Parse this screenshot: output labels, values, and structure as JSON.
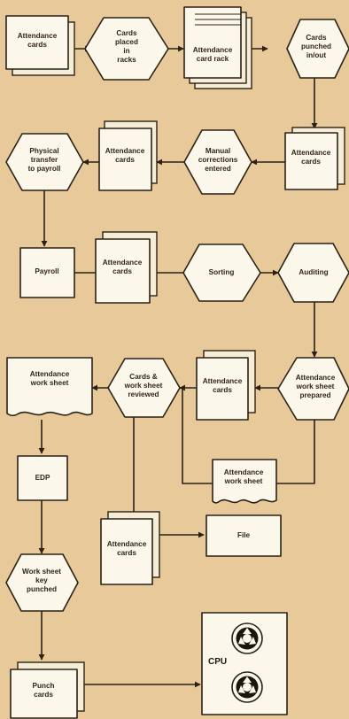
{
  "diagram": {
    "nodes": {
      "attendance_cards_1": "Attendance cards",
      "cards_placed": "Cards placed in racks",
      "attendance_card_rack": "Attendance card rack",
      "cards_punched": "Cards punched in/out",
      "attendance_cards_2": "Attendance cards",
      "manual_corrections": "Manual corrections entered",
      "attendance_cards_3": "Attendance cards",
      "physical_transfer": "Physical transfer to payroll",
      "payroll": "Payroll",
      "attendance_cards_4": "Attendance cards",
      "sorting": "Sorting",
      "auditing": "Auditing",
      "attendance_work_sheet_prepared": "Attendance work sheet prepared",
      "attendance_cards_5": "Attendance cards",
      "cards_work_sheet_reviewed": "Cards & work sheet reviewed",
      "attendance_work_sheet_left": "Attendance work sheet",
      "attendance_work_sheet_bottom": "Attendance work sheet",
      "edp": "EDP",
      "attendance_cards_6": "Attendance cards",
      "file": "File",
      "work_sheet_key_punched": "Work sheet key punched",
      "punch_cards": "Punch cards",
      "cpu": "CPU"
    }
  }
}
